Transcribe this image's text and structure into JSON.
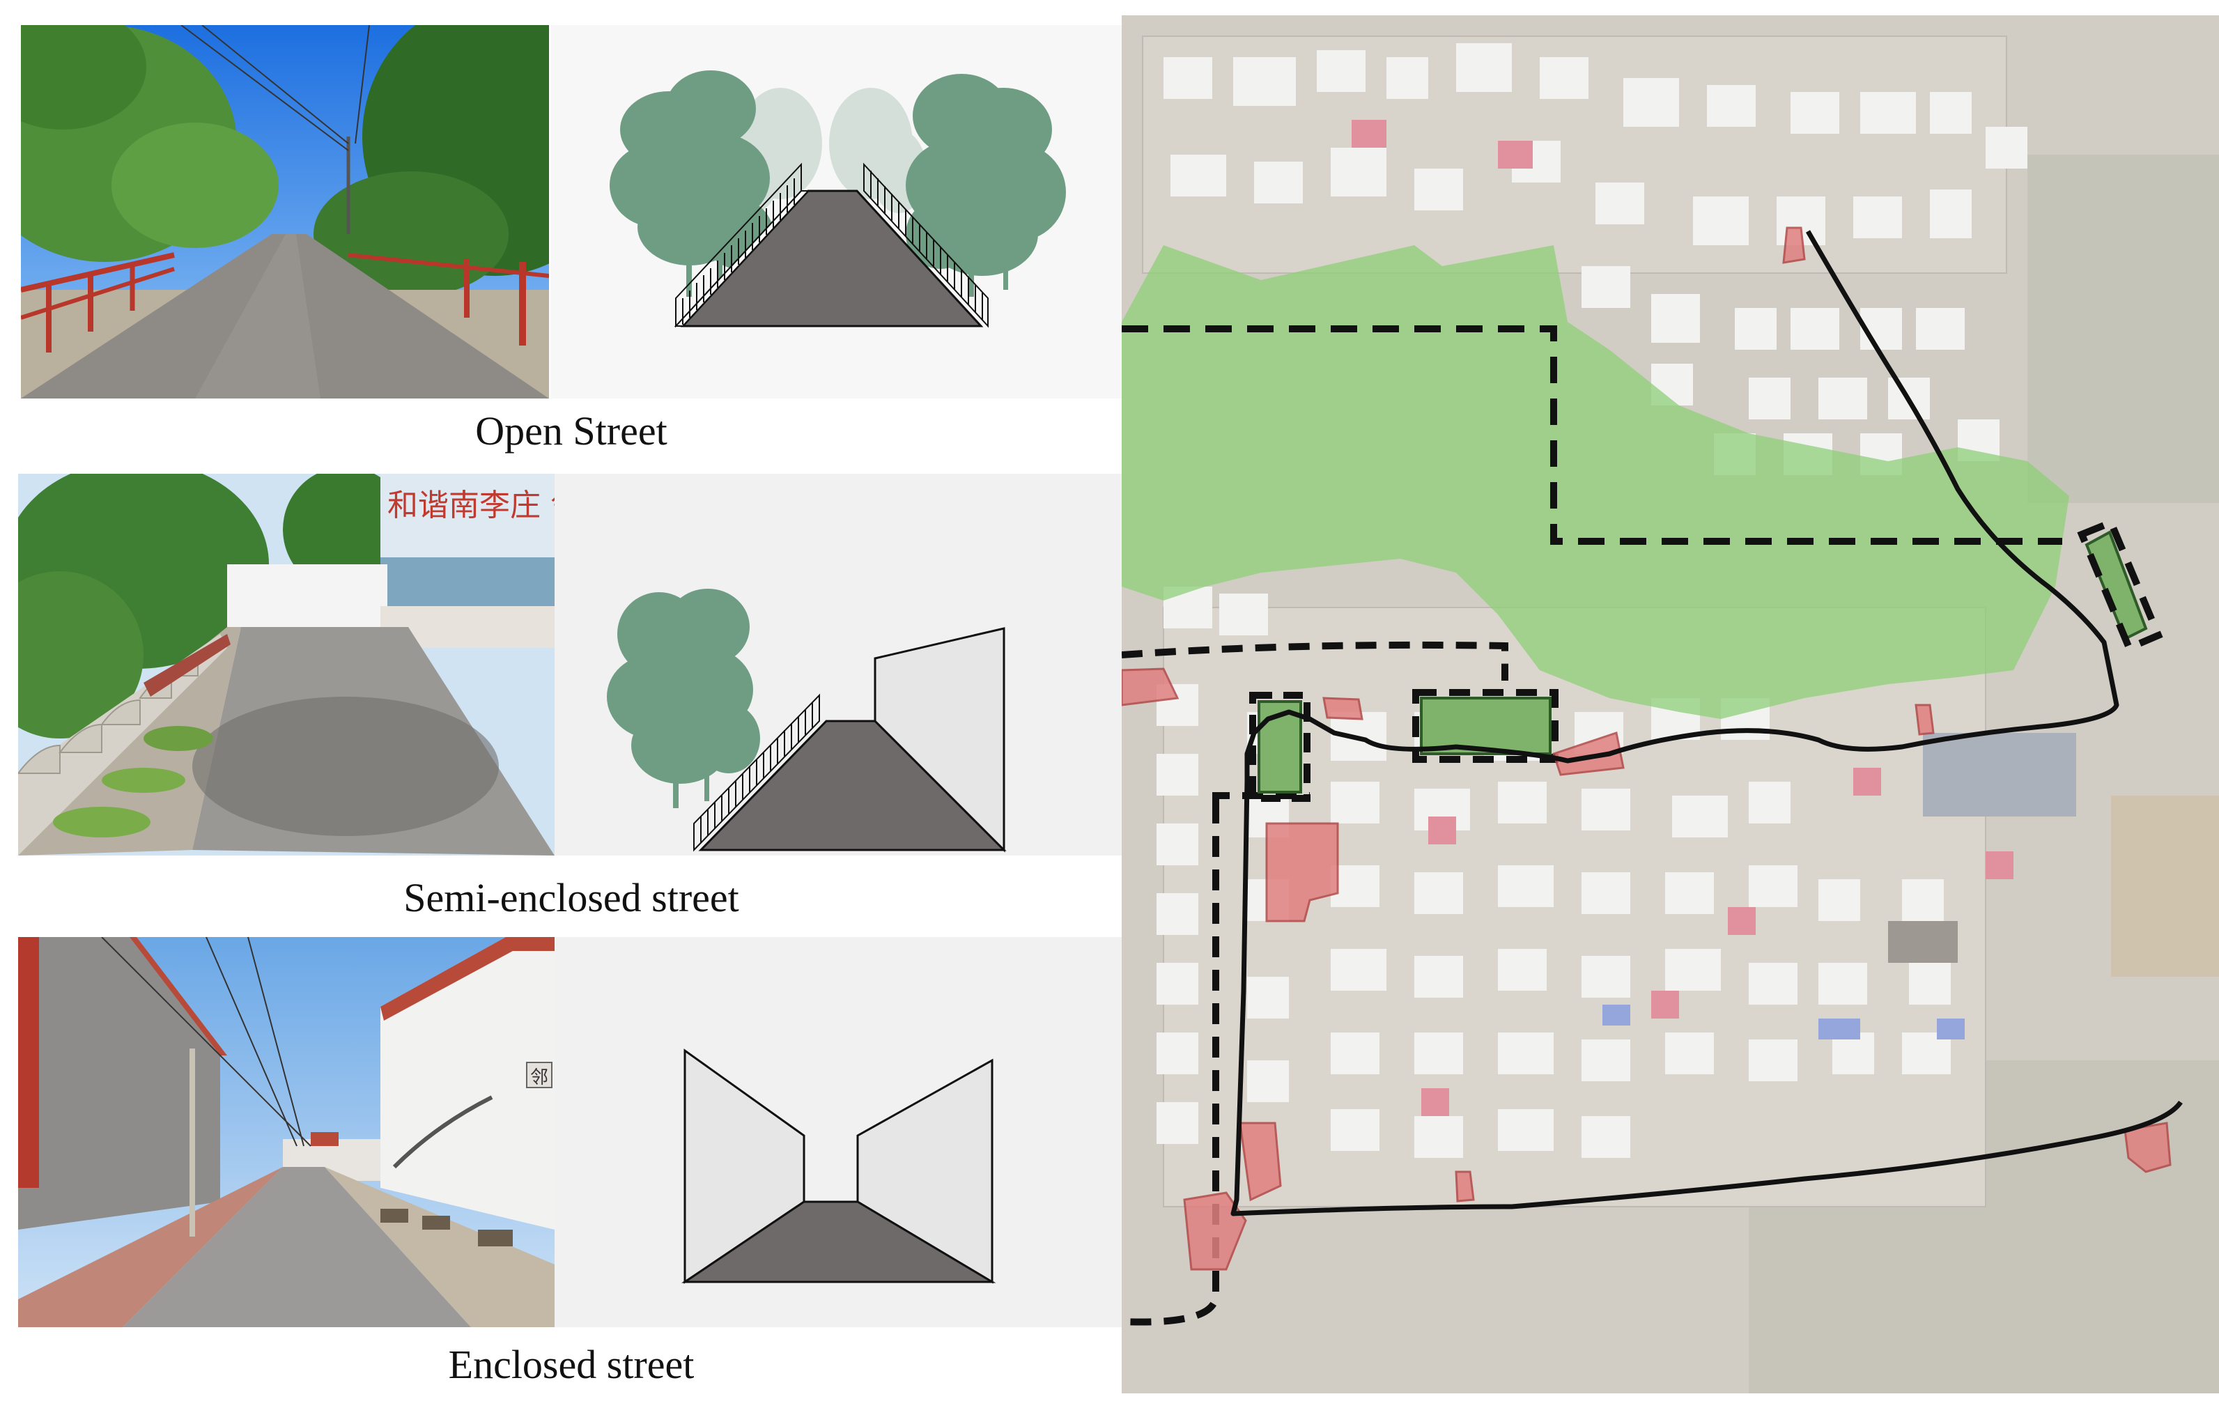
{
  "figure": {
    "rows": [
      {
        "id": "open",
        "label": "Open Street"
      },
      {
        "id": "semi",
        "label": "Semi-enclosed street"
      },
      {
        "id": "enclosed",
        "label": "Enclosed street"
      }
    ],
    "photo_wall_text": "和谐南李庄 邻里",
    "photo_wall_plate": "邻",
    "colors": {
      "road": "#6e6a6a",
      "tree_green": "#6f9d84",
      "tree_light": "#a9c4b4",
      "wall_grey": "#e6e6e6",
      "map_green": "#7fbf6a",
      "node_red": "#e08080",
      "route_black": "#111111"
    }
  }
}
